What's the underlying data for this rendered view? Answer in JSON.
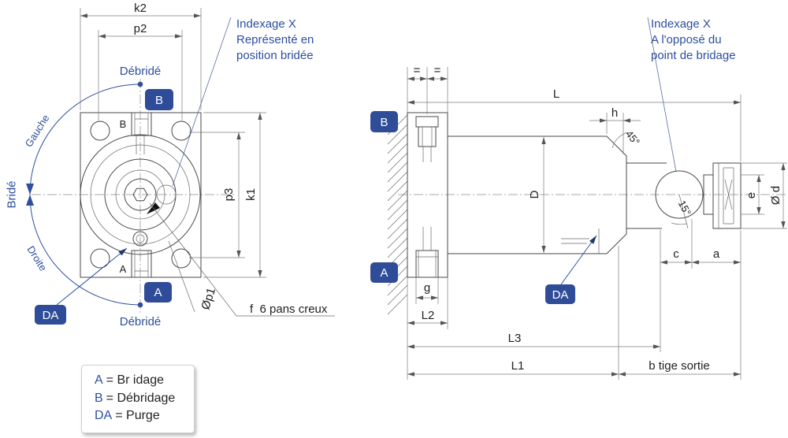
{
  "colors": {
    "label_blue": "#2e4f9e",
    "badge_blue": "#2f4c99",
    "drawing_line": "#4a4a4a"
  },
  "front_view": {
    "dimensions": {
      "k2": "k2",
      "p2": "p2",
      "p3": "p3",
      "k1": "k1",
      "p1": "Øp1",
      "hex_socket": "f  6 pans creux"
    },
    "indexage_note": [
      "Indexage X",
      "Représenté en",
      "position bridée"
    ],
    "rotation_arc": {
      "top": "Débridé",
      "left_upper": "Gauche",
      "left_middle": "Bridé",
      "left_lower": "Droite",
      "bottom": "Débridé"
    },
    "port_letters": {
      "b": "B",
      "a": "A"
    },
    "badges": {
      "b": "B",
      "a": "A",
      "da": "DA"
    }
  },
  "side_view": {
    "dimensions": {
      "equal_1": "=",
      "equal_2": "=",
      "L": "L",
      "h": "h",
      "chamfer_angle": "45°",
      "D": "D",
      "clamp_angle": "15°",
      "e": "e",
      "d": "Ø d",
      "c": "c",
      "a": "a",
      "g": "g",
      "L2": "L2",
      "L3": "L3",
      "L1": "L1",
      "b": "b tige sortie"
    },
    "indexage_note": [
      "Indexage X",
      "A l'opposé du",
      "point de bridage"
    ],
    "badges": {
      "b": "B",
      "a": "A",
      "da": "DA"
    }
  },
  "legend": [
    {
      "code": "A",
      "text": "= Br idage"
    },
    {
      "code": "B",
      "text": "= Débridage"
    },
    {
      "code": "DA",
      "text": "= Purge"
    }
  ]
}
